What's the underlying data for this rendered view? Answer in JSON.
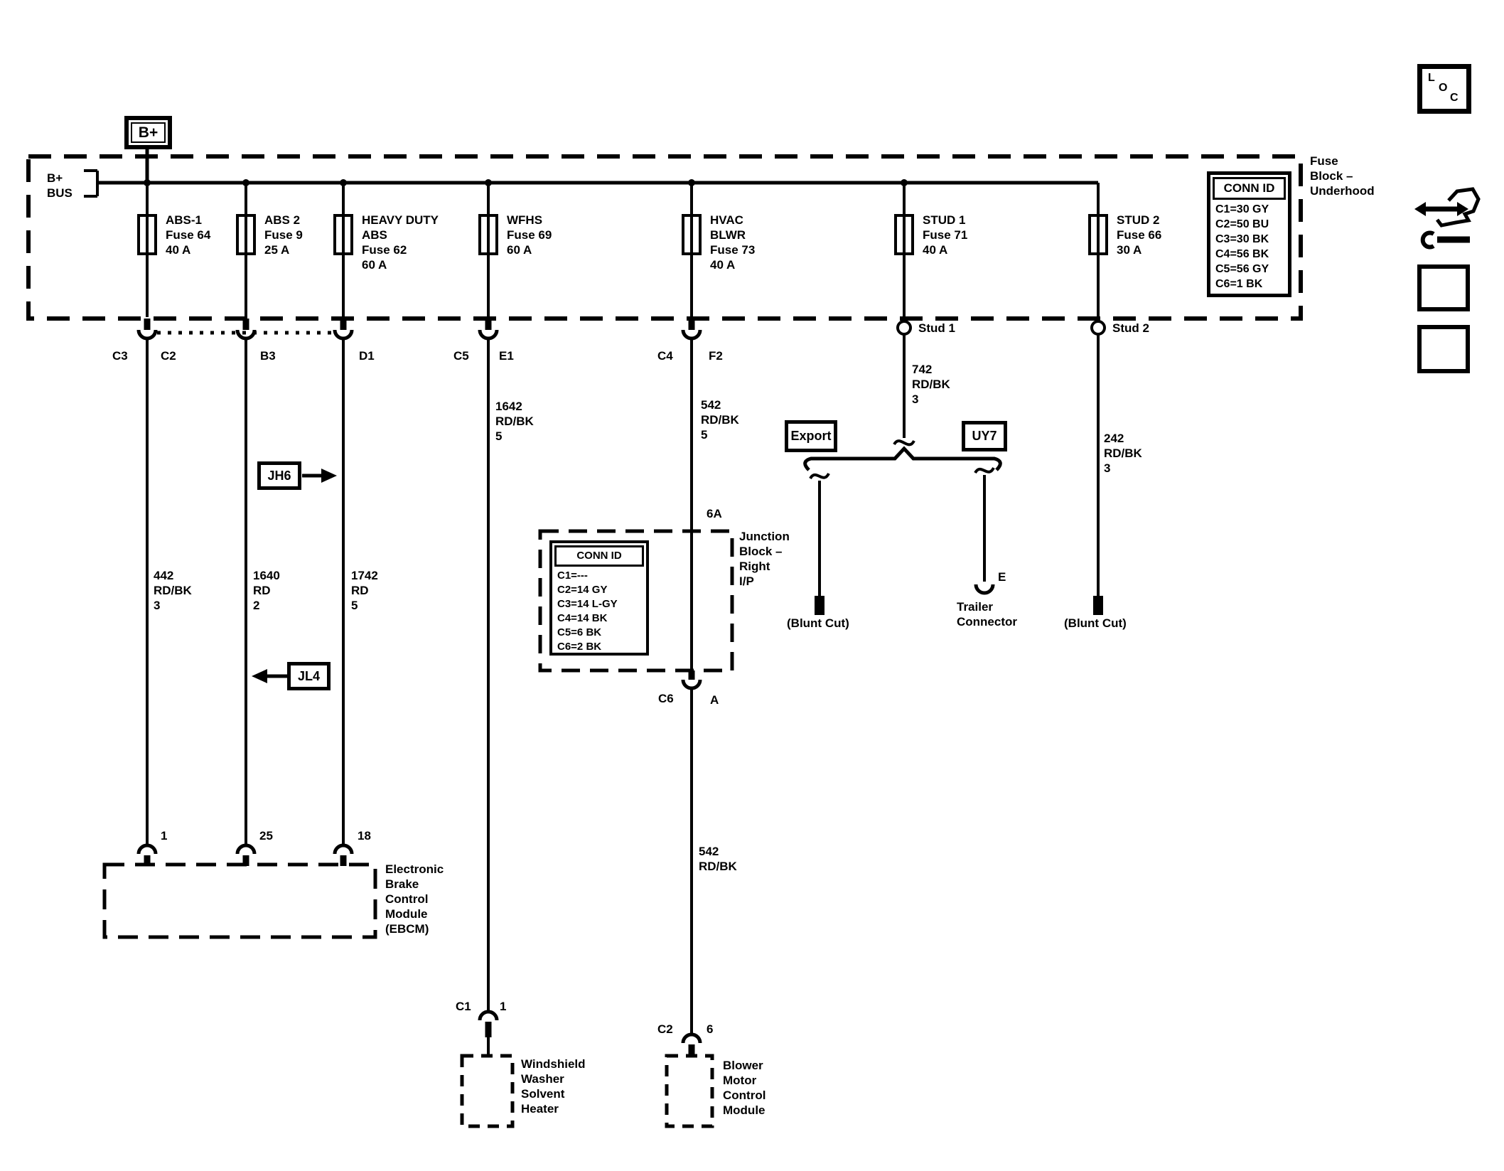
{
  "power": {
    "b_plus": "B+",
    "bus_label": "B+\nBUS"
  },
  "fuse_block": {
    "name": "Fuse\nBlock –\nUnderhood",
    "conn_id": {
      "title": "CONN ID",
      "rows": [
        "C1=30 GY",
        "C2=50 BU",
        "C3=30 BK",
        "C4=56 BK",
        "C5=56 GY",
        "C6=1 BK"
      ]
    },
    "fuses": [
      {
        "label": "ABS-1\nFuse 64\n40 A"
      },
      {
        "label": "ABS 2\nFuse 9\n25 A"
      },
      {
        "label": "HEAVY DUTY\nABS\nFuse 62\n60 A"
      },
      {
        "label": "WFHS\nFuse 69\n60 A"
      },
      {
        "label": "HVAC\nBLWR\nFuse 73\n40 A"
      },
      {
        "label": "STUD 1\nFuse 71\n40 A"
      },
      {
        "label": "STUD 2\nFuse 66\n30 A"
      }
    ],
    "connectors": {
      "c3": "C3",
      "c2": "C2",
      "b3": "B3",
      "d1": "D1",
      "c5": "C5",
      "e1": "E1",
      "c4": "C4",
      "f2": "F2",
      "stud1": "Stud 1",
      "stud2": "Stud 2"
    }
  },
  "wires": {
    "w442": "442\nRD/BK\n3",
    "w1640": "1640\nRD\n2",
    "w1742": "1742\nRD\n5",
    "w1642": "1642\nRD/BK\n5",
    "w542": "542\nRD/BK\n5",
    "w742": "742\nRD/BK\n3",
    "w242": "242\nRD/BK\n3",
    "w542_lower": "542\nRD/BK"
  },
  "options": {
    "jh6": "JH6",
    "jl4": "JL4",
    "export": "Export",
    "uy7": "UY7"
  },
  "junction_block": {
    "name": "Junction\nBlock –\nRight\nI/P",
    "fuse_ref": "6A",
    "conn": "C6",
    "pin": "A",
    "conn_id": {
      "title": "CONN ID",
      "rows": [
        "C1=---",
        "C2=14 GY",
        "C3=14 L-GY",
        "C4=14 BK",
        "C5=6 BK",
        "C6=2 BK"
      ]
    }
  },
  "terminations": {
    "blunt_left": "(Blunt Cut)",
    "blunt_right": "(Blunt Cut)",
    "trailer": "Trailer\nConnector",
    "trailer_pin": "E"
  },
  "components": {
    "ebcm": {
      "name": "Electronic\nBrake\nControl\nModule\n(EBCM)",
      "pins": [
        "1",
        "25",
        "18"
      ]
    },
    "washer": {
      "name": "Windshield\nWasher\nSolvent\nHeater",
      "conn": "C1",
      "pin": "1"
    },
    "blower": {
      "name": "Blower\nMotor\nControl\nModule",
      "conn": "C2",
      "pin": "6"
    }
  },
  "toolbar": {
    "loc_l": "L",
    "loc_o": "O",
    "loc_c": "C"
  },
  "colors": {
    "line": "#000000",
    "bg": "#ffffff"
  }
}
